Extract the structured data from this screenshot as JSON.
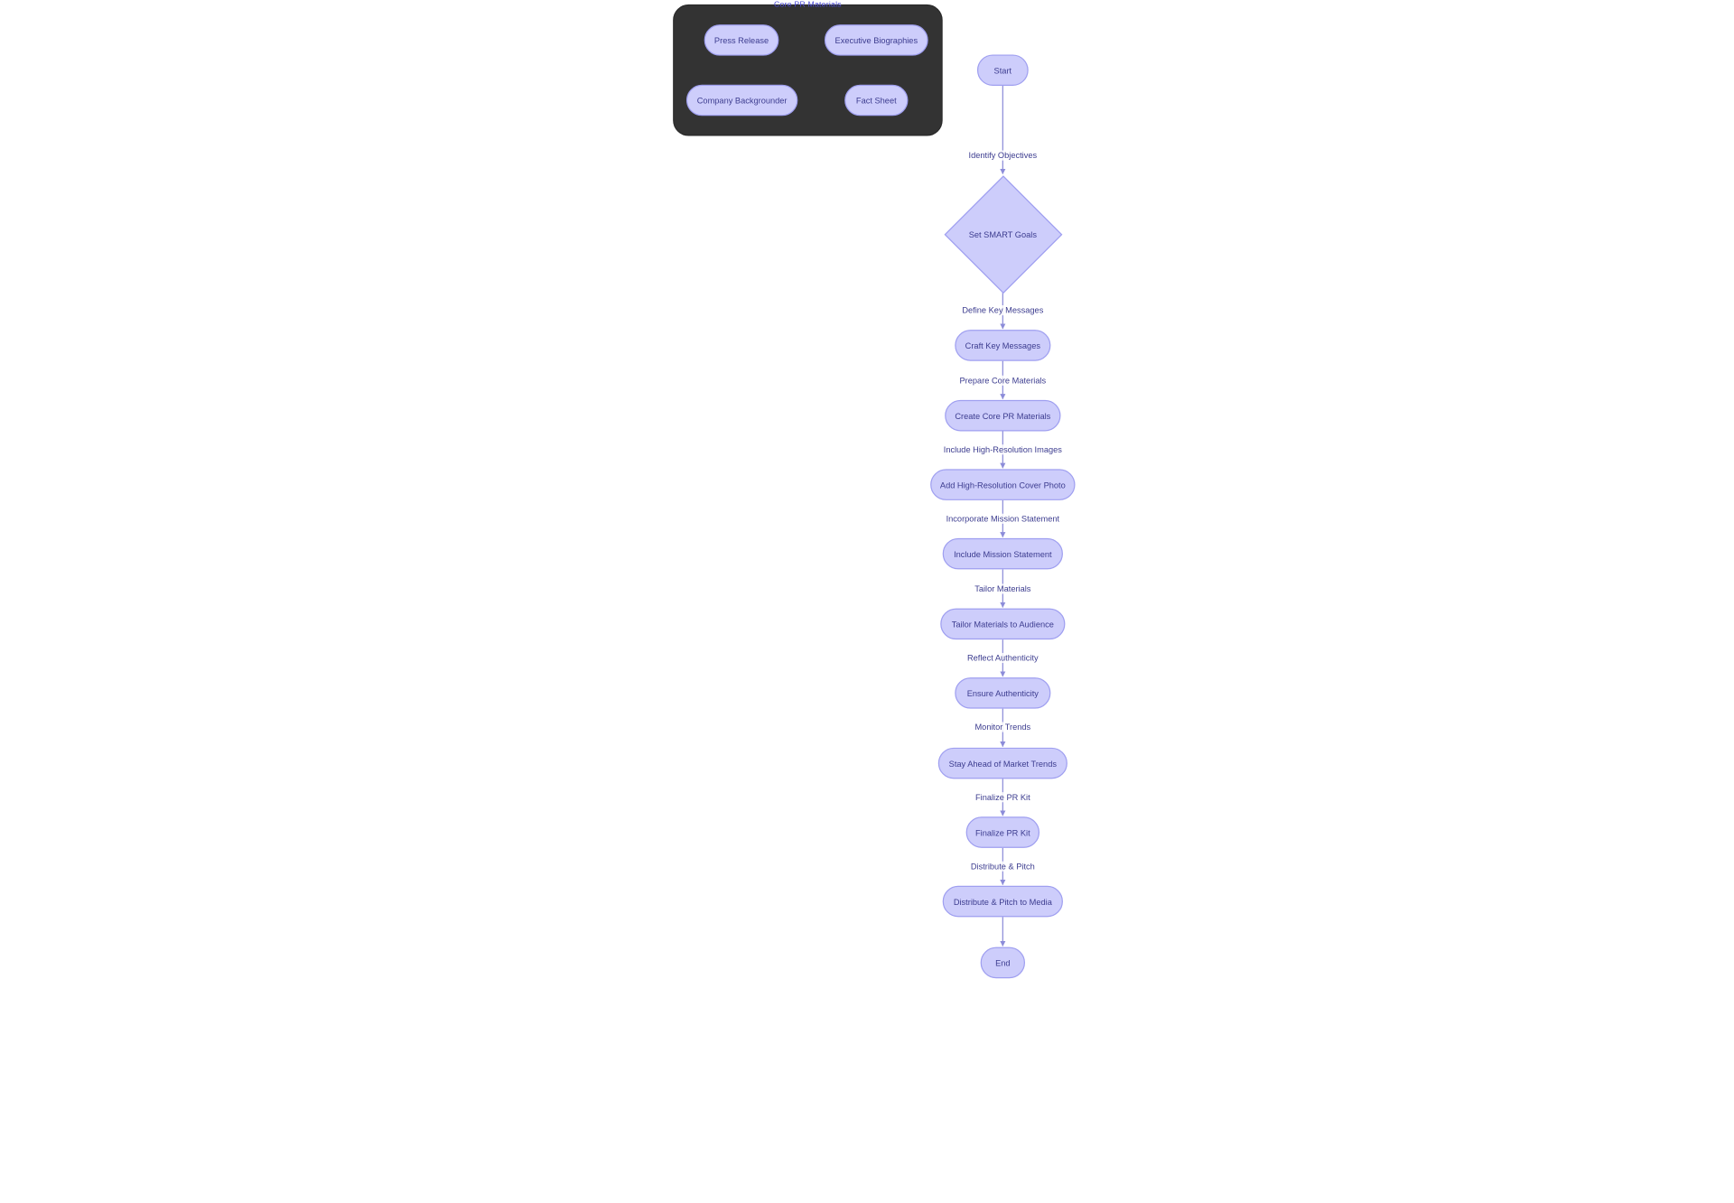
{
  "diagram": {
    "subgraph": {
      "title": "Core PR Materials",
      "nodes": {
        "press_release": "Press Release",
        "executive_biographies": "Executive Biographies",
        "company_backgrounder": "Company Backgrounder",
        "fact_sheet": "Fact Sheet"
      }
    },
    "nodes": {
      "start": "Start",
      "smart_goals": "Set SMART Goals",
      "craft_key_messages": "Craft Key Messages",
      "create_core_pr_materials": "Create Core PR Materials",
      "add_cover_photo": "Add High-Resolution Cover Photo",
      "include_mission": "Include Mission Statement",
      "tailor_materials": "Tailor Materials to Audience",
      "ensure_authenticity": "Ensure Authenticity",
      "stay_ahead": "Stay Ahead of Market Trends",
      "finalize_pr_kit": "Finalize PR Kit",
      "distribute_pitch": "Distribute & Pitch to Media",
      "end": "End"
    },
    "edge_labels": {
      "identify_objectives": "Identify Objectives",
      "define_key_messages": "Define Key Messages",
      "prepare_core_materials": "Prepare Core Materials",
      "include_high_res_images": "Include High-Resolution Images",
      "incorporate_mission": "Incorporate Mission Statement",
      "tailor_materials": "Tailor Materials",
      "reflect_authenticity": "Reflect Authenticity",
      "monitor_trends": "Monitor Trends",
      "finalize_pr_kit": "Finalize PR Kit",
      "distribute_pitch": "Distribute & Pitch"
    },
    "colors": {
      "node_fill": "#cdcdfb",
      "node_stroke": "#9f9ff0",
      "text": "#3c3c8f",
      "edge": "#8c8cd9",
      "subgraph_fill": "#333333"
    }
  }
}
